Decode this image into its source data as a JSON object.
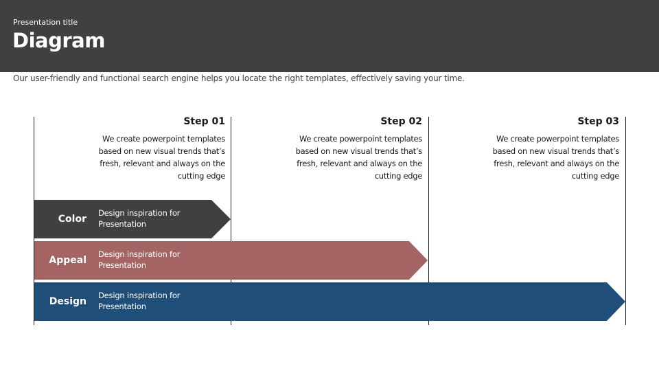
{
  "header": {
    "presentation_title": "Presentation title",
    "slide_title": "Diagram"
  },
  "subtitle": "Our user-friendly and functional search engine helps you locate the right templates, effectively saving your time.",
  "steps": [
    {
      "title": "Step 01",
      "description": "We create powerpoint templates based on new visual trends that’s fresh, relevant and always on the cutting edge"
    },
    {
      "title": "Step 02",
      "description": "We create powerpoint templates based on new visual trends that’s fresh, relevant and always on the cutting edge"
    },
    {
      "title": "Step 03",
      "description": "We create powerpoint templates based on new visual trends that’s fresh, relevant and always on the cutting edge"
    }
  ],
  "bands": [
    {
      "label": "Color",
      "description": "Design inspiration for Presentation",
      "color": "#404040"
    },
    {
      "label": "Appeal",
      "description": "Design inspiration for Presentation",
      "color": "#a56464"
    },
    {
      "label": "Design",
      "description": "Design inspiration for Presentation",
      "color": "#1f4e79"
    }
  ],
  "colors": {
    "header_bg": "#404040",
    "text_dark": "#1a1a1a"
  }
}
